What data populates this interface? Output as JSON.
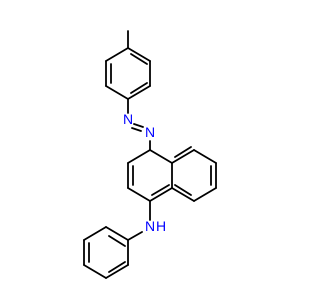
{
  "molecule": {
    "atoms": [
      {
        "id": "n_azo1",
        "element": "N",
        "label": "N",
        "color": "#0000ff"
      },
      {
        "id": "n_azo2",
        "element": "N",
        "label": "N",
        "color": "#0000ff"
      },
      {
        "id": "n_amine",
        "element": "N",
        "label": "N",
        "color": "#0000ff"
      },
      {
        "id": "h_amine",
        "element": "H",
        "label": "H",
        "color": "#0000ff"
      }
    ],
    "bond_color": "#000000"
  }
}
